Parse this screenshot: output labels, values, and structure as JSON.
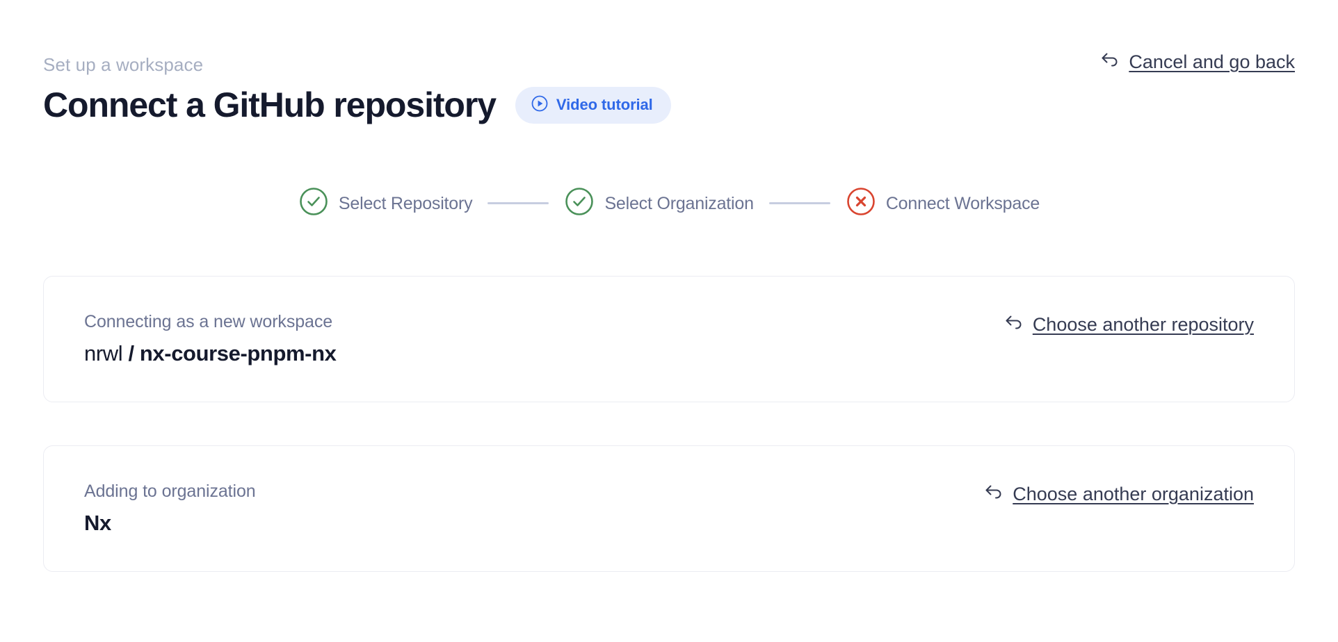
{
  "header": {
    "breadcrumb": "Set up a workspace",
    "title": "Connect a GitHub repository",
    "video_badge": {
      "label": "Video tutorial",
      "icon": "play-circle-icon",
      "text_color": "#2f68e8",
      "background_color": "#e8eefc"
    },
    "cancel_link": {
      "label": "Cancel and go back",
      "icon": "back-arrow-icon"
    }
  },
  "stepper": {
    "connector_color": "#c7cde0",
    "steps": [
      {
        "label": "Select Repository",
        "state": "complete",
        "icon": "check-circle-icon",
        "icon_color": "#4a9159"
      },
      {
        "label": "Select Organization",
        "state": "complete",
        "icon": "check-circle-icon",
        "icon_color": "#4a9159"
      },
      {
        "label": "Connect Workspace",
        "state": "error",
        "icon": "x-circle-icon",
        "icon_color": "#d9442f"
      }
    ]
  },
  "cards": [
    {
      "caption": "Connecting as a new workspace",
      "value_owner": "nrwl",
      "value_separator": " / ",
      "value_name": "nx-course-pnpm-nx",
      "action": {
        "label": "Choose another repository",
        "icon": "back-arrow-icon"
      }
    },
    {
      "caption": "Adding to organization",
      "value_owner": "",
      "value_separator": "",
      "value_name": "Nx",
      "action": {
        "label": "Choose another organization",
        "icon": "back-arrow-icon"
      }
    }
  ]
}
